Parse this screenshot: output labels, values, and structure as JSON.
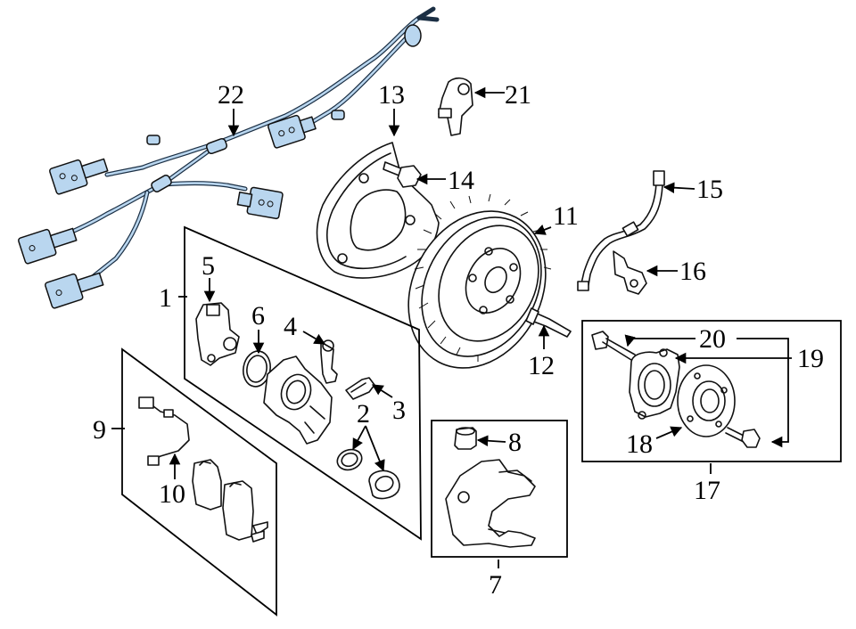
{
  "callouts": [
    {
      "id": "1",
      "text": "1"
    },
    {
      "id": "2",
      "text": "2"
    },
    {
      "id": "3",
      "text": "3"
    },
    {
      "id": "4",
      "text": "4"
    },
    {
      "id": "5",
      "text": "5"
    },
    {
      "id": "6",
      "text": "6"
    },
    {
      "id": "7",
      "text": "7"
    },
    {
      "id": "8",
      "text": "8"
    },
    {
      "id": "9",
      "text": "9"
    },
    {
      "id": "10",
      "text": "10"
    },
    {
      "id": "11",
      "text": "11"
    },
    {
      "id": "12",
      "text": "12"
    },
    {
      "id": "13",
      "text": "13"
    },
    {
      "id": "14",
      "text": "14"
    },
    {
      "id": "15",
      "text": "15"
    },
    {
      "id": "16",
      "text": "16"
    },
    {
      "id": "17",
      "text": "17"
    },
    {
      "id": "18",
      "text": "18"
    },
    {
      "id": "19",
      "text": "19"
    },
    {
      "id": "20",
      "text": "20"
    },
    {
      "id": "21",
      "text": "21"
    },
    {
      "id": "22",
      "text": "22"
    }
  ],
  "colors": {
    "line": "#111111",
    "harness_fill": "#b9d6ef",
    "harness_outline": "#1b2f44",
    "background": "#ffffff"
  }
}
